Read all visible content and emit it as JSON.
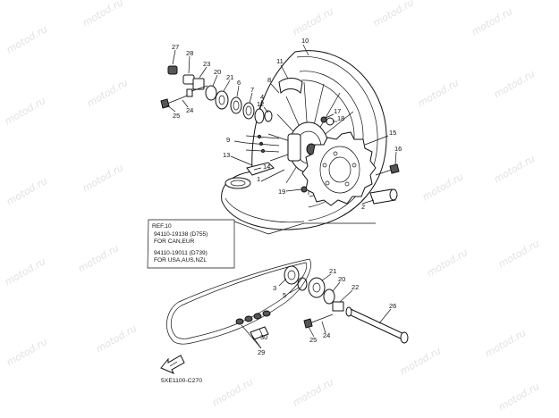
{
  "watermark": "motod.ru",
  "ref_box": {
    "ref": "REF.10",
    "line1": "94110-19138 (D755)",
    "line2": "FOR CAN,EUR",
    "line3": "94110-19011 (D739)",
    "line4": "FOR USA,AUS,NZL"
  },
  "labels": {
    "l10": "10",
    "l11": "11",
    "l8": "8",
    "l12": "12",
    "l17": "17",
    "l18": "18",
    "l15": "15",
    "l16": "16",
    "l13": "13",
    "l14": "14",
    "l9": "9",
    "l1": "1",
    "l19": "19",
    "l2": "2",
    "l27": "27",
    "l28": "28",
    "l23": "23",
    "l20a": "20",
    "l21a": "21",
    "l6": "6",
    "l7": "7",
    "l4": "4",
    "l25a": "25",
    "l24a": "24",
    "l3": "3",
    "l5": "5",
    "l21b": "21",
    "l20b": "20",
    "l22": "22",
    "l26": "26",
    "l25b": "25",
    "l24b": "24",
    "l30": "30",
    "l29": "29"
  },
  "code": "5XE1100-C270"
}
